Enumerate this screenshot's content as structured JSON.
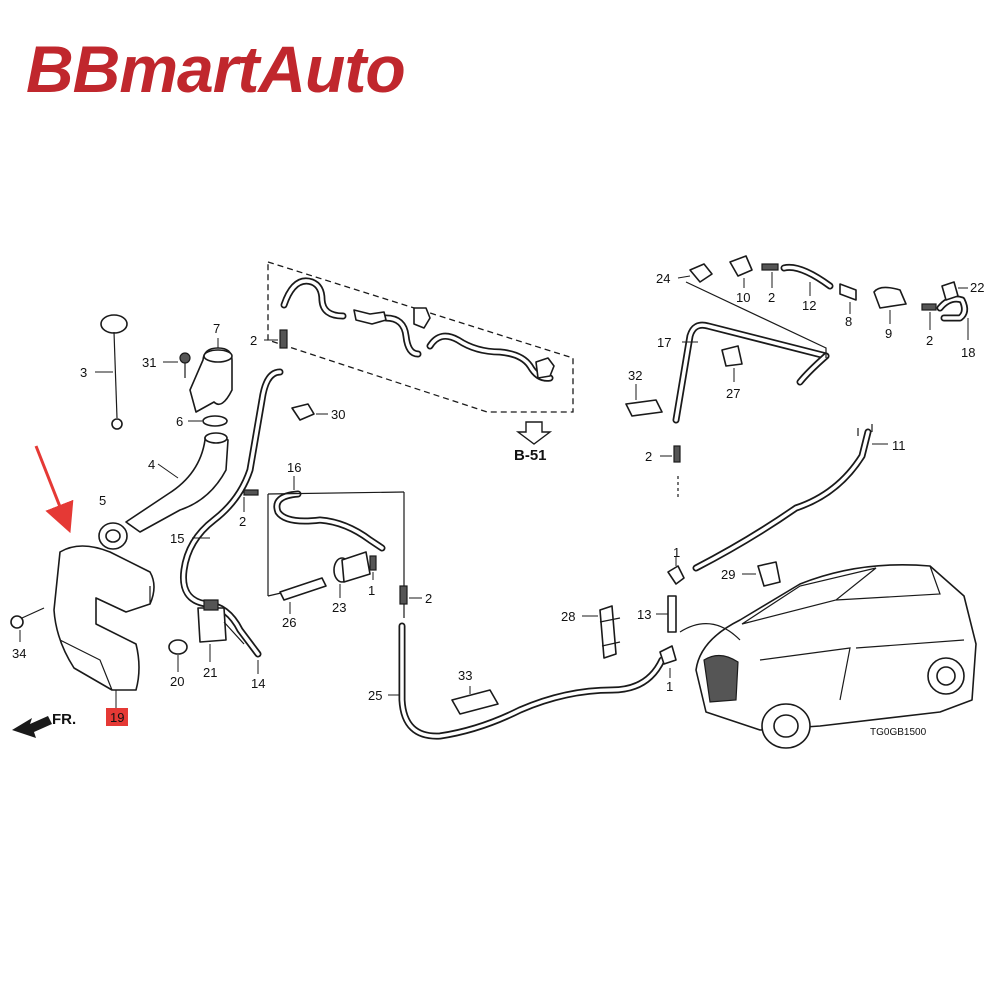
{
  "brand": {
    "text": "BBmartAuto",
    "color": "#c0272d"
  },
  "highlight_color": "#e53935",
  "diagram_code": "TG0GB1500",
  "reference": {
    "label": "B-51"
  },
  "direction_label": "FR.",
  "callouts": {
    "p1a": "1",
    "p1b": "1",
    "p1c": "1",
    "p2a": "2",
    "p2b": "2",
    "p2c": "2",
    "p2d": "2",
    "p2e": "2",
    "p2f": "2",
    "p3": "3",
    "p4": "4",
    "p5": "5",
    "p6": "6",
    "p7": "7",
    "p8": "8",
    "p9": "9",
    "p10": "10",
    "p11": "11",
    "p12": "12",
    "p13": "13",
    "p14": "14",
    "p15": "15",
    "p16": "16",
    "p17": "17",
    "p18": "18",
    "p19": "19",
    "p20": "20",
    "p21": "21",
    "p22": "22",
    "p23": "23",
    "p24": "24",
    "p25": "25",
    "p26": "26",
    "p27": "27",
    "p28": "28",
    "p29": "29",
    "p30": "30",
    "p31": "31",
    "p32": "32",
    "p33": "33",
    "p34": "34"
  }
}
